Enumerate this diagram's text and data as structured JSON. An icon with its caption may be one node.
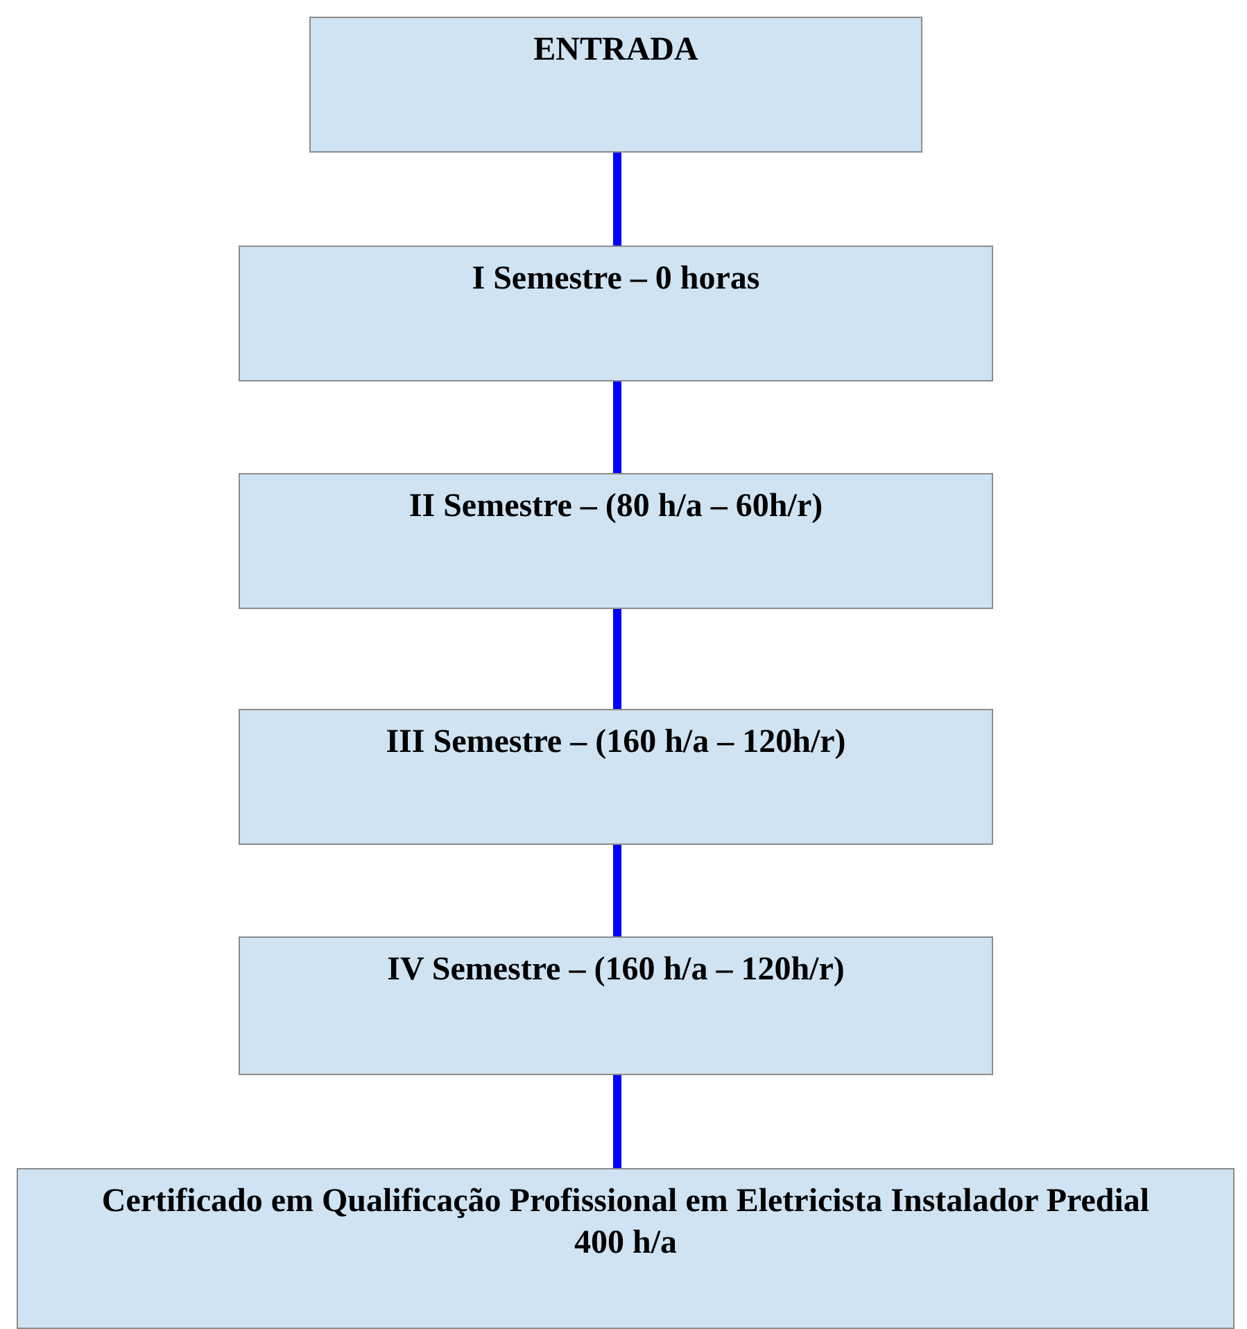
{
  "diagram": {
    "nodes": [
      {
        "text": [
          "ENTRADA"
        ]
      },
      {
        "text": [
          "I Semestre – 0 horas"
        ]
      },
      {
        "text": [
          "II Semestre – (80 h/a – 60h/r)"
        ]
      },
      {
        "text": [
          "III Semestre – (160 h/a – 120h/r)"
        ]
      },
      {
        "text": [
          "IV Semestre – (160 h/a – 120h/r)"
        ]
      },
      {
        "text": [
          "Certificado em Qualificação Profissional em Eletricista Instalador Predial",
          "400 h/a"
        ]
      }
    ],
    "edges": [
      {
        "from": 0,
        "to": 1,
        "arrow": "none"
      },
      {
        "from": 1,
        "to": 2,
        "arrow": "none"
      },
      {
        "from": 2,
        "to": 3,
        "arrow": "none"
      },
      {
        "from": 3,
        "to": 4,
        "arrow": "none"
      },
      {
        "from": 4,
        "to": 5,
        "arrow": "none"
      }
    ]
  }
}
